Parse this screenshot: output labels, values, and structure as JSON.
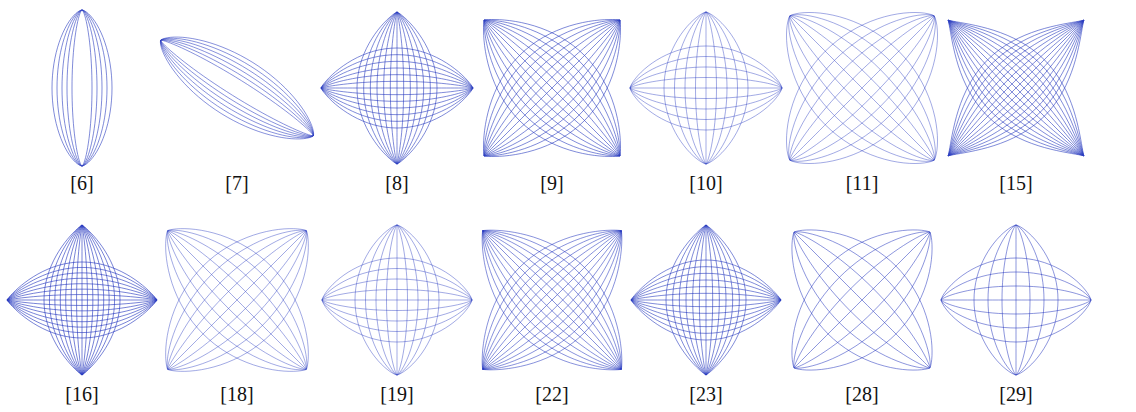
{
  "diagram": {
    "labels": [
      "[6]",
      "[7]",
      "[8]",
      "[9]",
      "[10]",
      "[11]",
      "[15]",
      "[16]",
      "[18]",
      "[19]",
      "[22]",
      "[23]",
      "[28]",
      "[29]"
    ]
  }
}
